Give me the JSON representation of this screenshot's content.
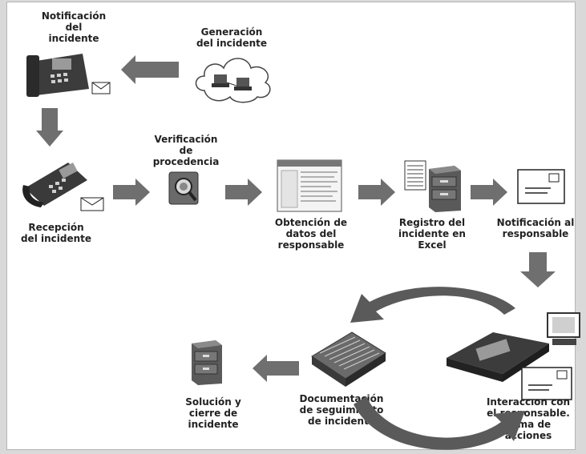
{
  "labels": {
    "notificacion": "Notificación\ndel\nincidente",
    "generacion": "Generación\ndel incidente",
    "verificacion": "Verificación\nde\nprocedencia",
    "recepcion": "Recepción\ndel incidente",
    "obtencion": "Obtención de\ndatos del\nresponsable",
    "registro": "Registro del\nincidente en\nExcel",
    "notificacion_resp": "Notificación al\nresponsable",
    "solucion": "Solución y\ncierre de\nincidente",
    "documentacion": "Documentación\nde seguimiento\nde incidente",
    "interaccion": "Interacción con\nel responsable.\nToma de\nacciones"
  },
  "colors": {
    "arrow_fill": "#6f6f6f",
    "background": "#ffffff"
  },
  "icons": [
    "phone-icon",
    "cloud-network-icon",
    "phone-with-envelope-icon",
    "magnifier-icon",
    "document-window-icon",
    "file-cabinet-icon",
    "envelope-icon",
    "fax-computer-icon",
    "document-stack-icon",
    "cycle-arrows-icon"
  ]
}
